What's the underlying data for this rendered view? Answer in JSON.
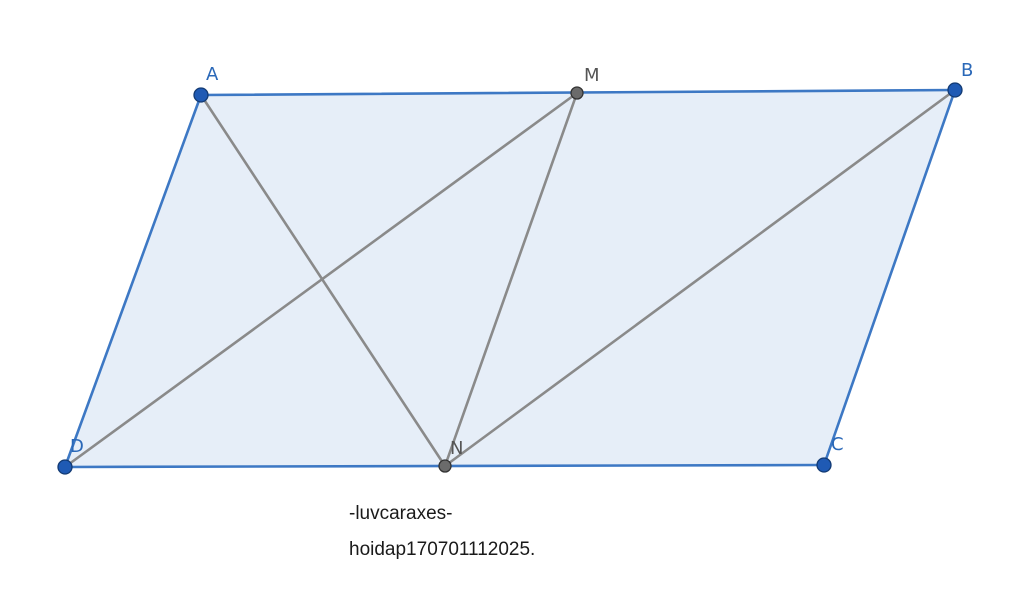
{
  "diagram": {
    "shape": "parallelogram",
    "points": [
      {
        "id": "A",
        "label": "A",
        "role": "vertex"
      },
      {
        "id": "B",
        "label": "B",
        "role": "vertex"
      },
      {
        "id": "C",
        "label": "C",
        "role": "vertex"
      },
      {
        "id": "D",
        "label": "D",
        "role": "vertex"
      },
      {
        "id": "M",
        "label": "M",
        "role": "point-on-segment"
      },
      {
        "id": "N",
        "label": "N",
        "role": "point-on-segment"
      }
    ],
    "polygon": [
      "A",
      "B",
      "C",
      "D"
    ],
    "segments": [
      [
        "A",
        "N"
      ],
      [
        "D",
        "M"
      ],
      [
        "M",
        "N"
      ],
      [
        "B",
        "N"
      ]
    ],
    "colors": {
      "fill": "#e6eef8",
      "edge": "#3d78c4",
      "vertex_fill": "#1f5ab4",
      "vertex_stroke": "#123a73",
      "vertex_label": "#2a68b8",
      "inner_point_fill": "#6b6b6b",
      "inner_point_stroke": "#333333",
      "inner_label": "#555555",
      "segment": "#8a8a8a"
    }
  },
  "caption": {
    "line1": "-luvcaraxes-",
    "line2": "hoidap170701112025."
  }
}
